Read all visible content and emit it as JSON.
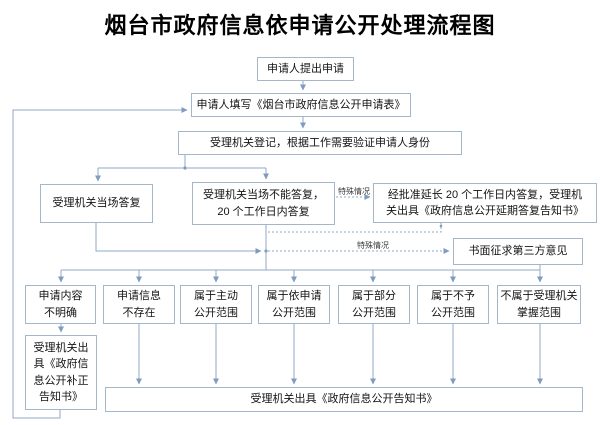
{
  "title": "烟台市政府信息依申请公开处理流程图",
  "nodes": {
    "apply": "申请人提出申请",
    "fill_form": "申请人填写《烟台市政府信息公开申请表》",
    "register": "受理机关登记，根据工作需要验证申请人身份",
    "reply_onsite": "受理机关当场答复",
    "reply_20days": "受理机关当场不能答复，\n20 个工作日内答复",
    "reply_extended": "经批准延长 20 个工作日内答复，受理机\n关出具《政府信息公开延期答复告知书》",
    "third_party": "书面征求第三方意见",
    "c1": "申请内容\n不明确",
    "c2": "申请信息\n不存在",
    "c3": "属于主动\n公开范围",
    "c4": "属于依申请\n公开范围",
    "c5": "属于部分\n公开范围",
    "c6": "属于不予\n公开范围",
    "c7": "不属于受理机关\n掌握范围",
    "correction": "受理机关出\n具《政府信\n息公开补正\n告知书》",
    "final_notice": "受理机关出具《政府信息公开告知书》"
  },
  "edge_labels": {
    "special1": "特殊情况",
    "special2": "特殊情况"
  },
  "colors": {
    "box_border": "#a3b6ca",
    "connector_line": "#93aac6",
    "arrowhead": "#7f9cc0",
    "text": "#141414"
  }
}
